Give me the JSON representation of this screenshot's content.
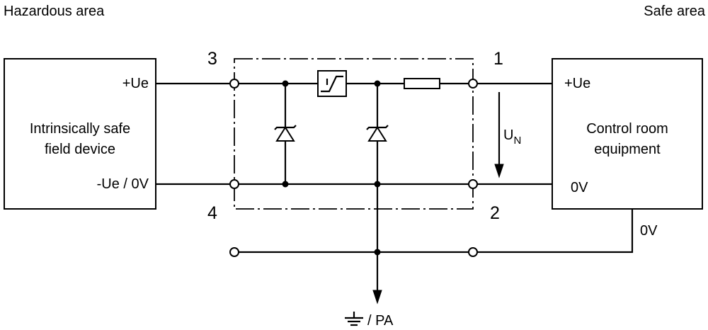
{
  "zones": {
    "hazardous": "Hazardous area",
    "safe": "Safe area"
  },
  "field_device": {
    "name_line1": "Intrinsically safe",
    "name_line2": "field device",
    "plus": "+Ue",
    "minus": "-Ue / 0V"
  },
  "control_room": {
    "name_line1": "Control room",
    "name_line2": "equipment",
    "plus": "+Ue",
    "zero": "0V"
  },
  "terminals": {
    "t1": "1",
    "t2": "2",
    "t3": "3",
    "t4": "4"
  },
  "voltage": {
    "symbol": "U",
    "subscript": "N"
  },
  "return_line": "0V",
  "ground": "/ PA"
}
